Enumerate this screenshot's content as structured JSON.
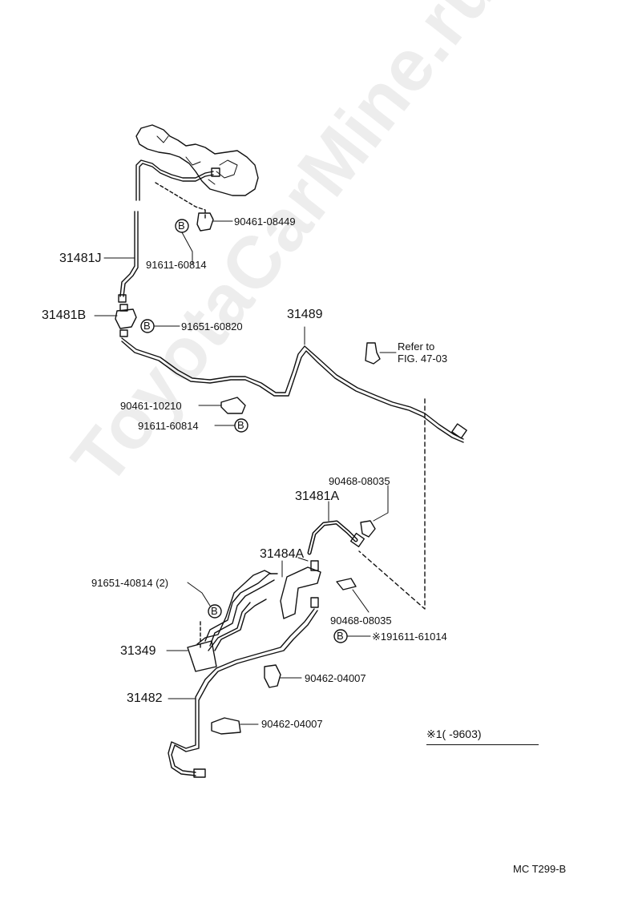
{
  "watermark": "ToyotaCarMine.ru",
  "labels": {
    "bolt_letter": "B",
    "p90461_08449": "90461-08449",
    "p31481J": "31481J",
    "p91611_60814_a": "91611-60814",
    "p31481B": "31481B",
    "p91651_60820": "91651-60820",
    "p31489": "31489",
    "refer_line1": "Refer to",
    "refer_line2": "FIG. 47-03",
    "p90461_10210": "90461-10210",
    "p91611_60814_b": "91611-60814",
    "p90468_08035_a": "90468-08035",
    "p31481A": "31481A",
    "p31484A": "31484A",
    "p91651_40814": "91651-40814 (2)",
    "p90468_08035_b": "90468-08035",
    "p191611_61014": "※191611-61014",
    "p31349": "31349",
    "p90462_04007_a": "90462-04007",
    "p31482": "31482",
    "p90462_04007_b": "90462-04007"
  },
  "footnote": "※1(       -9603)",
  "figure_code": "MC  T299-B"
}
